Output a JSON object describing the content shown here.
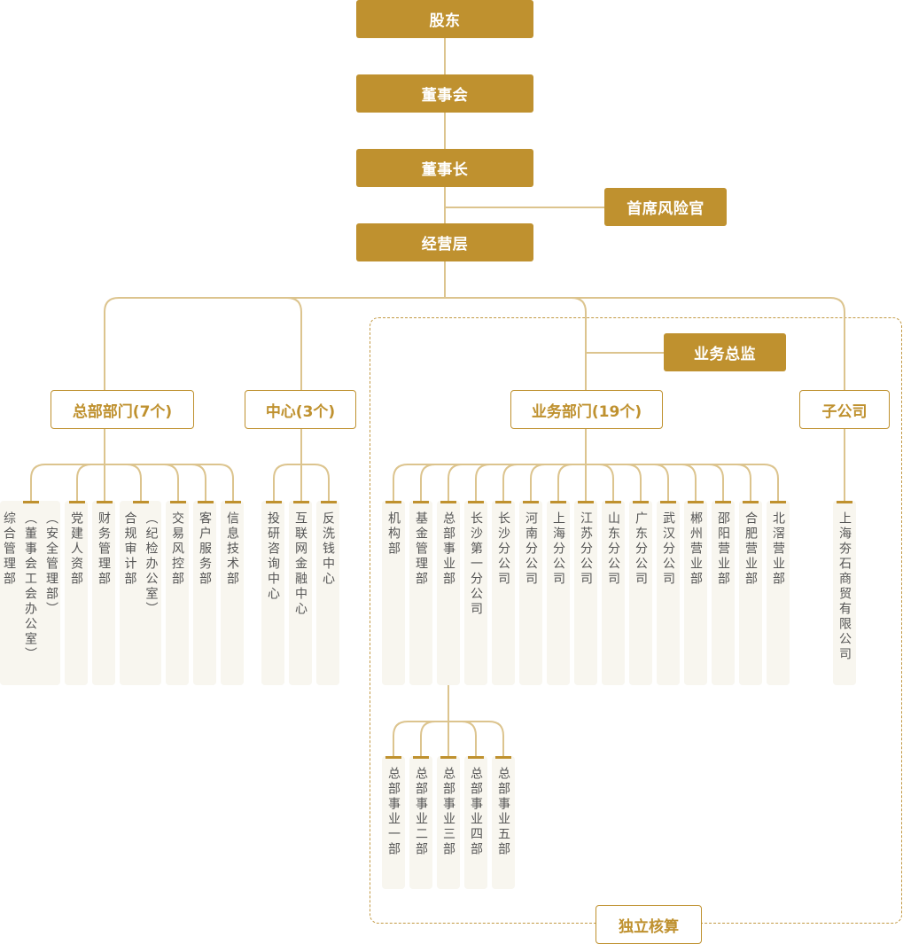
{
  "colors": {
    "accent": "#bf912f",
    "line": "#dcc48e",
    "card_bg": "#f8f6ef",
    "card_text": "#555555"
  },
  "top_chain": [
    {
      "id": "shareholders",
      "label": "股东"
    },
    {
      "id": "board",
      "label": "董事会"
    },
    {
      "id": "chairman",
      "label": "董事长"
    },
    {
      "id": "management",
      "label": "经营层"
    }
  ],
  "side_nodes": {
    "cro": "首席风险官",
    "business_director": "业务总监"
  },
  "groups": {
    "hq": {
      "label": "总部部门(7个)",
      "cards": [
        {
          "cols": [
            "综合管理部",
            "（董事会工会办公室）",
            "（安全管理部）"
          ]
        },
        {
          "cols": [
            "党建人资部"
          ]
        },
        {
          "cols": [
            "财务管理部"
          ]
        },
        {
          "cols": [
            "合规审计部",
            "（纪检办公室）"
          ]
        },
        {
          "cols": [
            "交易风控部"
          ]
        },
        {
          "cols": [
            "客户服务部"
          ]
        },
        {
          "cols": [
            "信息技术部"
          ]
        }
      ]
    },
    "centers": {
      "label": "中心(3个)",
      "cards": [
        {
          "cols": [
            "投研咨询中心"
          ]
        },
        {
          "cols": [
            "互联网金融中心"
          ]
        },
        {
          "cols": [
            "反洗钱中心"
          ]
        }
      ]
    },
    "business": {
      "label": "业务部门(19个)",
      "cards": [
        {
          "cols": [
            "机构部"
          ]
        },
        {
          "cols": [
            "基金管理部"
          ]
        },
        {
          "cols": [
            "总部事业部"
          ]
        },
        {
          "cols": [
            "长沙第一分公司"
          ]
        },
        {
          "cols": [
            "长沙分公司"
          ]
        },
        {
          "cols": [
            "河南分公司"
          ]
        },
        {
          "cols": [
            "上海分公司"
          ]
        },
        {
          "cols": [
            "江苏分公司"
          ]
        },
        {
          "cols": [
            "山东分公司"
          ]
        },
        {
          "cols": [
            "广东分公司"
          ]
        },
        {
          "cols": [
            "武汉分公司"
          ]
        },
        {
          "cols": [
            "郴州营业部"
          ]
        },
        {
          "cols": [
            "邵阳营业部"
          ]
        },
        {
          "cols": [
            "合肥营业部"
          ]
        },
        {
          "cols": [
            "北滘营业部"
          ]
        }
      ],
      "sub_cards": [
        {
          "cols": [
            "总部事业一部"
          ]
        },
        {
          "cols": [
            "总部事业二部"
          ]
        },
        {
          "cols": [
            "总部事业三部"
          ]
        },
        {
          "cols": [
            "总部事业四部"
          ]
        },
        {
          "cols": [
            "总部事业五部"
          ]
        }
      ]
    },
    "subsidiary": {
      "label": "子公司",
      "cards": [
        {
          "cols": [
            "上海夯石商贸有限公司"
          ]
        }
      ]
    }
  },
  "independent_accounting_label": "独立核算"
}
